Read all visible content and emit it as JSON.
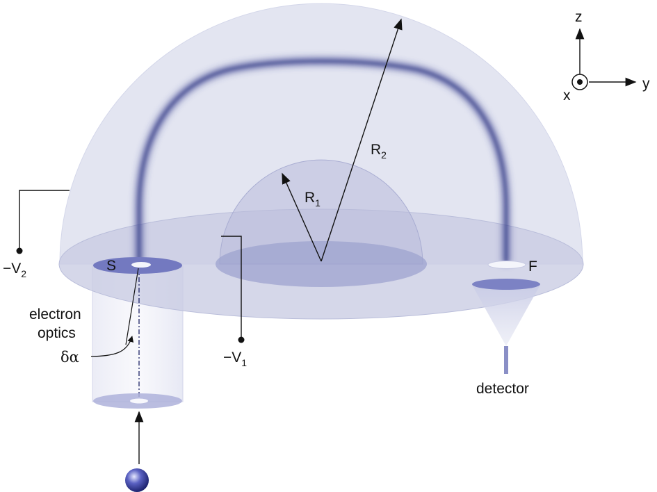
{
  "labels": {
    "outer_voltage": "−V",
    "outer_voltage_sub": "2",
    "inner_voltage": "−V",
    "inner_voltage_sub": "1",
    "inner_radius": "R",
    "inner_radius_sub": "1",
    "outer_radius": "R",
    "outer_radius_sub": "2",
    "source_slit": "S",
    "focal_slit": "F",
    "electron_optics_line1": "electron",
    "electron_optics_line2": "optics",
    "acceptance_angle": "δα",
    "detector": "detector"
  },
  "axes": {
    "z": "z",
    "y": "y",
    "x": "x"
  },
  "colors": {
    "shell": "#c3c6e0",
    "shell_edge": "#aeb2d4",
    "trajectory": "#353b8a",
    "slit_ring": "#7379c0",
    "electron": "#3f46a6"
  }
}
